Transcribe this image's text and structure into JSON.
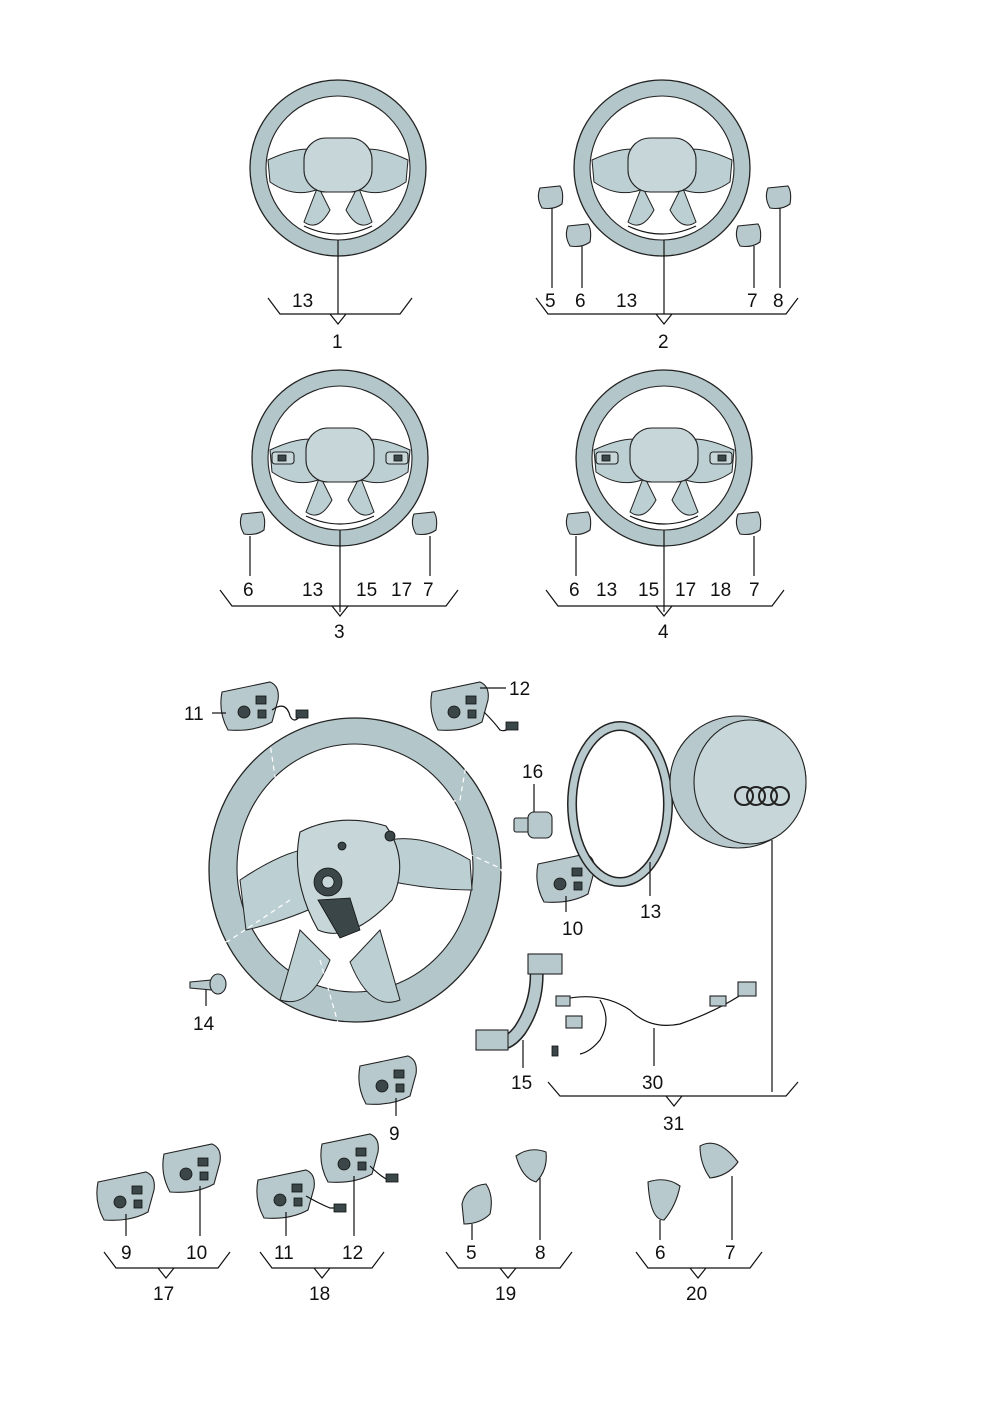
{
  "labels": {
    "g1": {
      "items": [
        "13"
      ],
      "total": "1"
    },
    "g2": {
      "items": [
        "5",
        "6",
        "13",
        "7",
        "8"
      ],
      "total": "2"
    },
    "g3": {
      "items": [
        "6",
        "13",
        "15",
        "17",
        "7"
      ],
      "total": "3"
    },
    "g4": {
      "items": [
        "6",
        "13",
        "15",
        "17",
        "18",
        "7"
      ],
      "total": "4"
    },
    "main": {
      "p11": "11",
      "p12": "12",
      "p16": "16",
      "p10": "10",
      "p13": "13",
      "p14": "14",
      "p15": "15",
      "p30": "30",
      "p9": "9",
      "p31": "31"
    },
    "g17": {
      "items": [
        "9",
        "10"
      ],
      "total": "17"
    },
    "g18": {
      "items": [
        "11",
        "12"
      ],
      "total": "18"
    },
    "g19": {
      "items": [
        "5",
        "8"
      ],
      "total": "19"
    },
    "g20": {
      "items": [
        "6",
        "7"
      ],
      "total": "20"
    }
  },
  "colors": {
    "part_fill": "#b7c9cc",
    "line": "#111111",
    "background": "#ffffff"
  }
}
